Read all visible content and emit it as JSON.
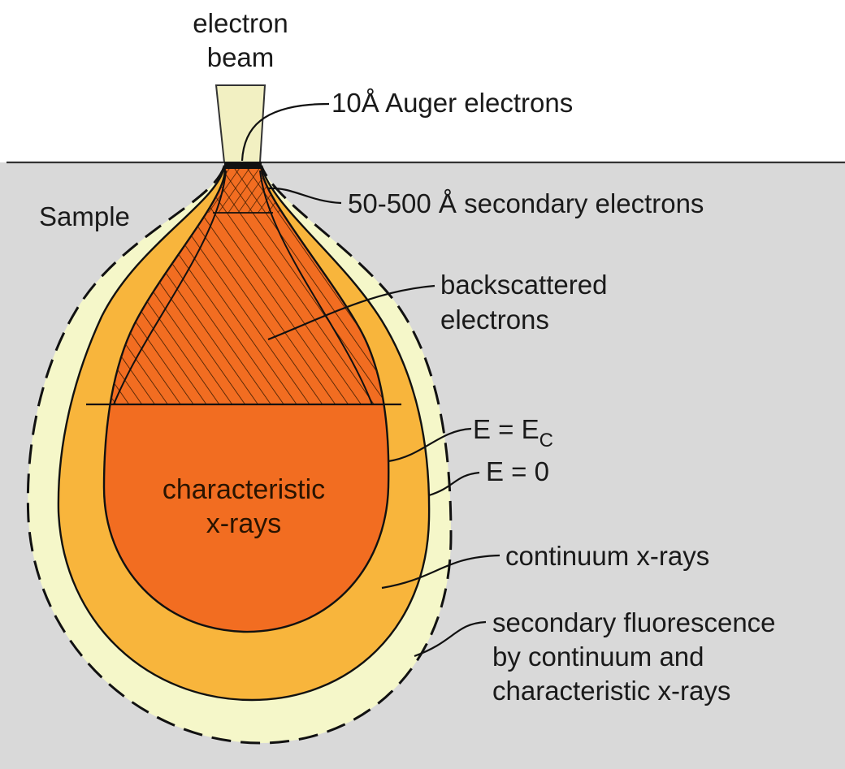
{
  "colors": {
    "sample_bg": "#d9d9d9",
    "surface_line": "#333333",
    "beam": "#f2f0c2",
    "outer_envelope": "#f5f7c9",
    "continuum_zone": "#f8b53c",
    "characteristic_zone": "#f26d21",
    "hatch": "#3a1a00"
  },
  "labels": {
    "beam_line1": "electron",
    "beam_line2": "beam",
    "auger": "10Å Auger electrons",
    "secondary": "50-500 Å  secondary electrons",
    "sample": "Sample",
    "backscattered_line1": "backscattered",
    "backscattered_line2": "electrons",
    "e_ec_main": "E = E",
    "e_ec_sub": "C",
    "e_zero": "E = 0",
    "characteristic_line1": "characteristic",
    "characteristic_line2": "x-rays",
    "continuum": "continuum x-rays",
    "fluorescence_line1": "secondary fluorescence",
    "fluorescence_line2": "by continuum and",
    "fluorescence_line3": "characteristic x-rays"
  }
}
